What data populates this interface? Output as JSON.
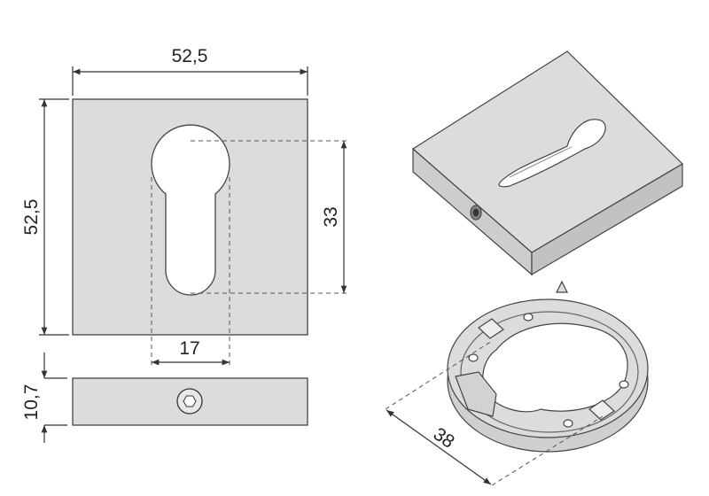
{
  "dimensions": {
    "width": "52,5",
    "height": "52,5",
    "keyhole_height": "33",
    "keyhole_width": "17",
    "thickness": "10,7",
    "ring_diameter": "38"
  },
  "colors": {
    "part_fill": "#dcdcdc",
    "part_side": "#cfcfcf",
    "line": "#333333"
  }
}
